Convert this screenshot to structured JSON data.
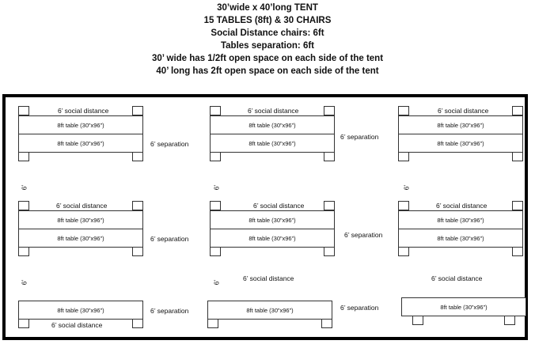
{
  "header": {
    "line1": "30’wide x 40’long TENT",
    "line2": "15 TABLES (8ft) & 30 CHAIRS",
    "line3": "Social Distance chairs: 6ft",
    "line4": "Tables separation: 6ft",
    "line5": "30’ wide has 1/2ft open space on each side of the tent",
    "line6": "40’ long has 2ft open space on each side of the tent"
  },
  "labels": {
    "table": "8ft table (30”x96”)",
    "social_distance": "6’ social distance",
    "separation": "6’ separation",
    "six_ft": "6’"
  }
}
